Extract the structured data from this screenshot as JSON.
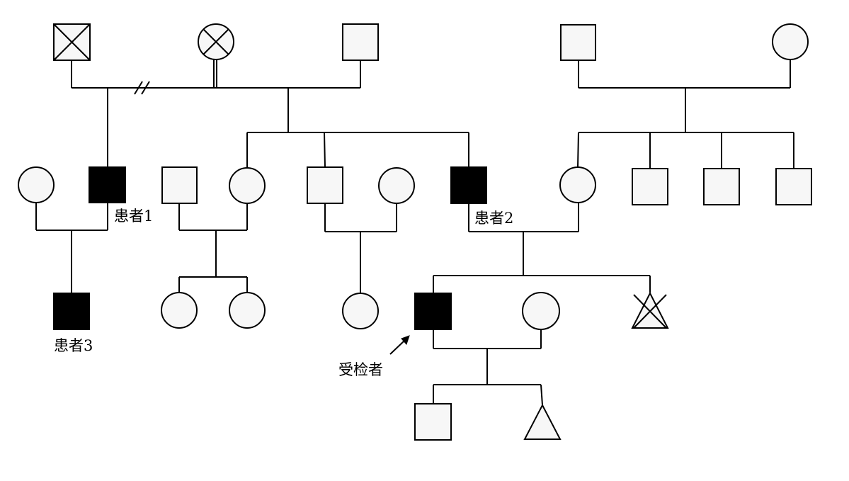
{
  "labels": {
    "patient1": "患者1",
    "patient2": "患者2",
    "patient3": "患者3",
    "proband": "受检者"
  },
  "legend_semantics": {
    "affected_fill": "#000000",
    "unaffected_fill": "#f7f7f7",
    "line_color": "#000000"
  }
}
